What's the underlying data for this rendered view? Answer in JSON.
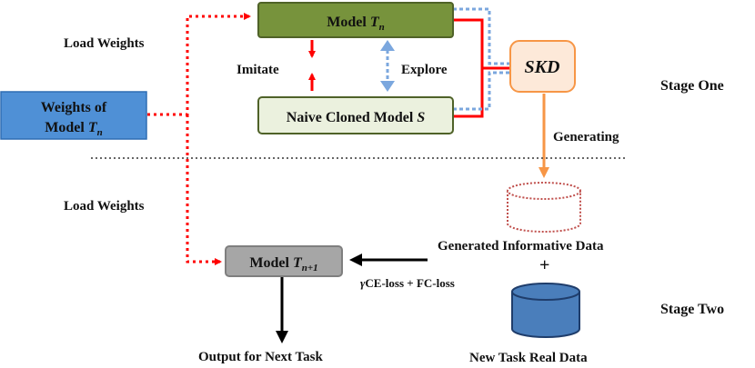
{
  "nodes": {
    "model_tn": {
      "label": "Model ",
      "var": "T",
      "sub": "n"
    },
    "naive_cloned": {
      "label": "Naive Cloned Model ",
      "var": "S"
    },
    "skd": {
      "label": "SKD"
    },
    "weights": {
      "line1": "Weights of",
      "line2": "Model ",
      "var": "T",
      "sub": "n"
    },
    "model_tn1": {
      "label": "Model ",
      "var": "T",
      "sub": "n+1"
    },
    "generated_data": {
      "label": "Generated Informative Data"
    },
    "real_data": {
      "label": "New Task Real Data"
    }
  },
  "labels": {
    "load_weights_top": "Load Weights",
    "load_weights_bottom": "Load Weights",
    "imitate": "Imitate",
    "explore": "Explore",
    "stage_one": "Stage One",
    "stage_two": "Stage Two",
    "generating": "Generating",
    "plus": "+",
    "loss_gamma": "γ",
    "loss_text": "CE-loss + FC-loss",
    "output": "Output for Next Task"
  },
  "colors": {
    "green_box_fill": "#77933c",
    "green_box_stroke": "#4f6228",
    "light_box_fill": "#ebf1de",
    "skd_fill": "#fde9d9",
    "skd_stroke": "#f79646",
    "weights_fill": "#4f90d6",
    "weights_stroke": "#2e6db4",
    "grey_box_fill": "#a6a6a6",
    "grey_box_stroke": "#7f7f7f",
    "red": "#ff0000",
    "blue_dotted": "#7ba7de",
    "orange": "#f79646",
    "dark_blue_cylinder": "#4a7ebb",
    "black": "#000000"
  }
}
